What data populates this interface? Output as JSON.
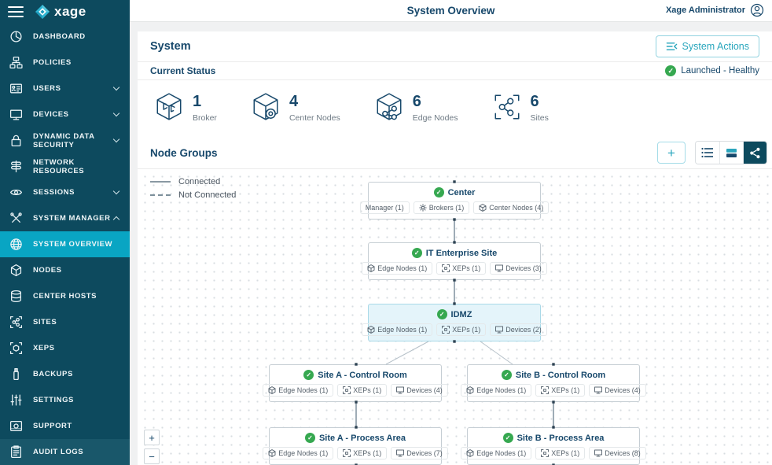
{
  "header": {
    "title": "System Overview",
    "user": "Xage Administrator"
  },
  "sidebar": {
    "logo": "xage",
    "items": [
      {
        "label": "DASHBOARD"
      },
      {
        "label": "POLICIES"
      },
      {
        "label": "USERS",
        "expandable": "down"
      },
      {
        "label": "DEVICES",
        "expandable": "down"
      },
      {
        "label": "DYNAMIC DATA SECURITY",
        "expandable": "down"
      },
      {
        "label": "NETWORK RESOURCES"
      },
      {
        "label": "SESSIONS",
        "expandable": "down"
      },
      {
        "label": "SYSTEM MANAGER",
        "expandable": "up"
      },
      {
        "label": "SYSTEM OVERVIEW",
        "active": true
      },
      {
        "label": "NODES"
      },
      {
        "label": "CENTER HOSTS"
      },
      {
        "label": "SITES"
      },
      {
        "label": "XEPS"
      },
      {
        "label": "BACKUPS"
      },
      {
        "label": "SETTINGS"
      },
      {
        "label": "SUPPORT"
      },
      {
        "label": "AUDIT LOGS"
      }
    ]
  },
  "system": {
    "heading": "System",
    "actions_label": "System Actions",
    "status_label": "Current Status",
    "status_value": "Launched - Healthy"
  },
  "stats": [
    {
      "icon": "broker-cube-icon",
      "value": "1",
      "label": "Broker"
    },
    {
      "icon": "center-node-cube-icon",
      "value": "4",
      "label": "Center Nodes"
    },
    {
      "icon": "edge-node-cube-icon",
      "value": "6",
      "label": "Edge Nodes"
    },
    {
      "icon": "sites-icon",
      "value": "6",
      "label": "Sites"
    }
  ],
  "node_groups": {
    "heading": "Node Groups",
    "add_label": "+",
    "legend": [
      {
        "label": "Connected",
        "style": "solid"
      },
      {
        "label": "Not Connected",
        "style": "dashed"
      }
    ],
    "zoom_in": "+",
    "zoom_out": "−"
  },
  "nodes": [
    {
      "name": "Center",
      "status": "healthy",
      "chips": [
        {
          "label": "Manager (1)"
        },
        {
          "label": "Brokers (1)"
        },
        {
          "label": "Center Nodes (4)"
        }
      ]
    },
    {
      "name": "IT Enterprise Site",
      "status": "healthy",
      "chips": [
        {
          "label": "Edge Nodes (1)"
        },
        {
          "label": "XEPs (1)"
        },
        {
          "label": "Devices (3)"
        }
      ]
    },
    {
      "name": "IDMZ",
      "status": "healthy",
      "selected": true,
      "chips": [
        {
          "label": "Edge Nodes (1)"
        },
        {
          "label": "XEPs (1)"
        },
        {
          "label": "Devices (2)"
        }
      ]
    },
    {
      "name": "Site A - Control Room",
      "status": "healthy",
      "chips": [
        {
          "label": "Edge Nodes (1)"
        },
        {
          "label": "XEPs (1)"
        },
        {
          "label": "Devices (4)"
        }
      ]
    },
    {
      "name": "Site B - Control Room",
      "status": "healthy",
      "chips": [
        {
          "label": "Edge Nodes (1)"
        },
        {
          "label": "XEPs (1)"
        },
        {
          "label": "Devices (4)"
        }
      ]
    },
    {
      "name": "Site A - Process Area",
      "status": "healthy",
      "chips": [
        {
          "label": "Edge Nodes (1)"
        },
        {
          "label": "XEPs (1)"
        },
        {
          "label": "Devices (7)"
        }
      ]
    },
    {
      "name": "Site B - Process Area",
      "status": "healthy",
      "chips": [
        {
          "label": "Edge Nodes (1)"
        },
        {
          "label": "XEPs (1)"
        },
        {
          "label": "Devices (8)"
        }
      ]
    }
  ],
  "colors": {
    "sidebar_bg": "#0d4a5e",
    "sidebar_active": "#09a5c3",
    "accent_teal": "#28a6bd",
    "heading_navy": "#17486b",
    "status_green": "#36a850",
    "selected_node_bg": "#e4f4fa"
  }
}
